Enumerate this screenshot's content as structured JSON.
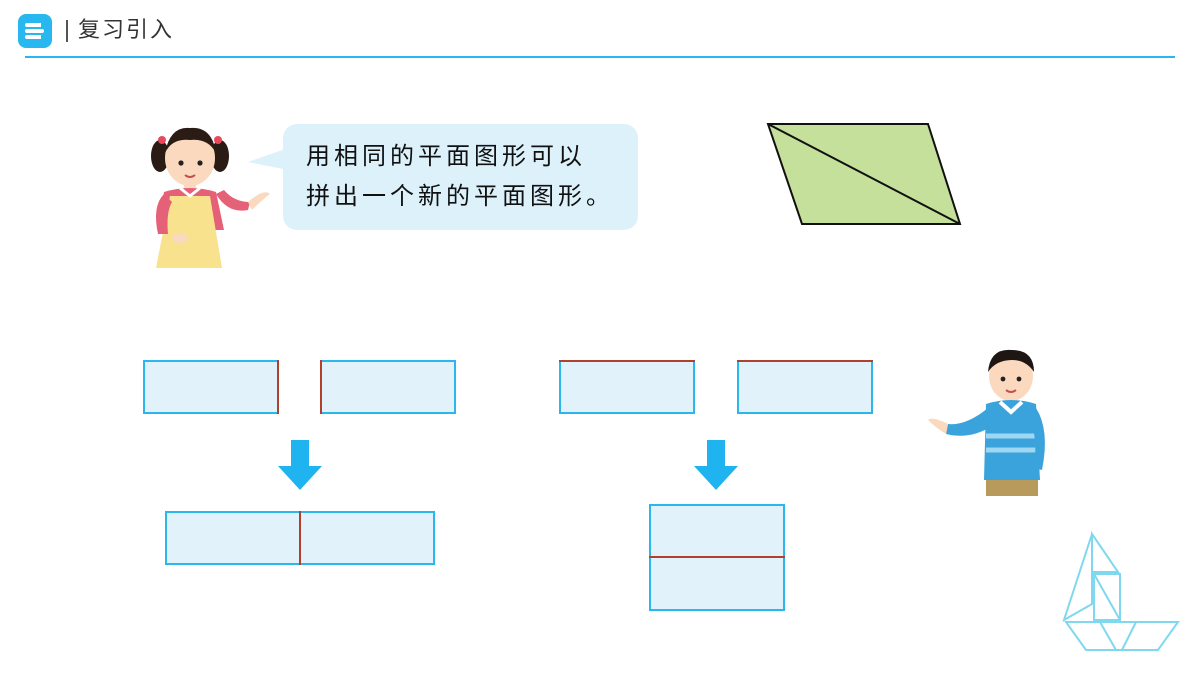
{
  "header": {
    "title": "复习引入",
    "logo_icon": "book-stack-icon",
    "accent_color": "#28b7ee"
  },
  "speech_bubble": {
    "line1": "用相同的平面图形可以",
    "line2": "拼出一个新的平面图形。"
  },
  "colors": {
    "rect_fill": "#e2f2fb",
    "rect_border": "#2cb7ec",
    "joined_edge": "#b0412e",
    "parallelogram_fill": "#c5e09a",
    "arrow": "#1fb4ef"
  },
  "figures": {
    "shapes": [
      "parallelogram-split-diagonal",
      "rectangles-joined-side-by-side",
      "rectangles-joined-stacked"
    ]
  }
}
